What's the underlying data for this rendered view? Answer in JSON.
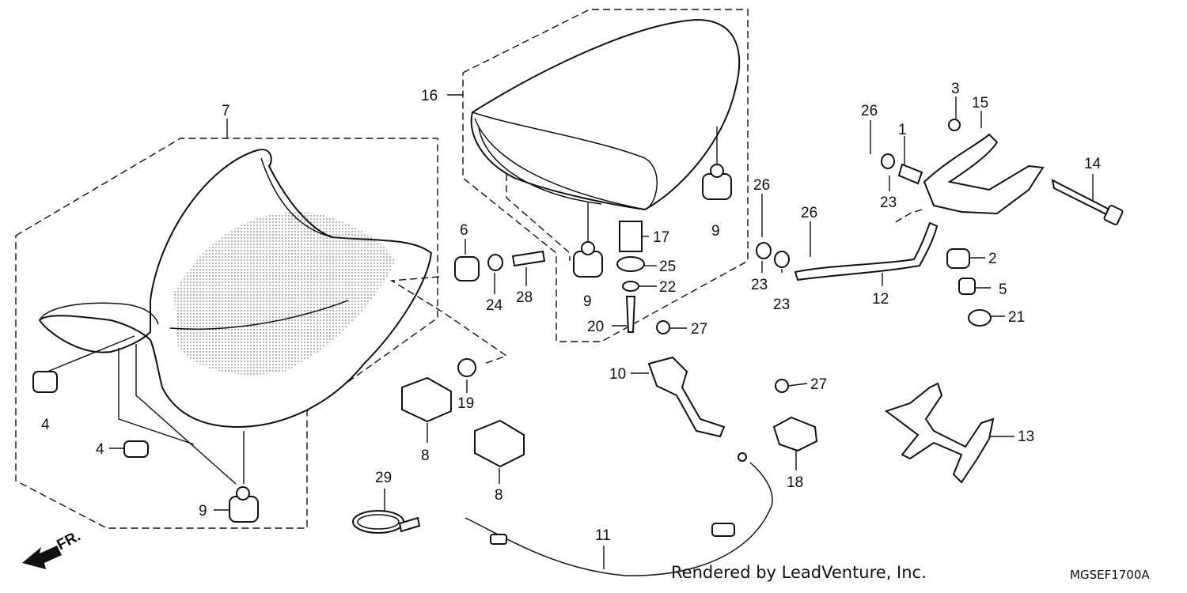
{
  "diagram": {
    "callouts": {
      "c1": "1",
      "c2": "2",
      "c3": "3",
      "c4a": "4",
      "c4b": "4",
      "c5": "5",
      "c6": "6",
      "c7": "7",
      "c8a": "8",
      "c8b": "8",
      "c9a": "9",
      "c9b": "9",
      "c9c": "9",
      "c10": "10",
      "c11": "11",
      "c12": "12",
      "c13": "13",
      "c14": "14",
      "c15": "15",
      "c16": "16",
      "c17": "17",
      "c18": "18",
      "c19": "19",
      "c20": "20",
      "c21": "21",
      "c22": "22",
      "c23a": "23",
      "c23b": "23",
      "c23c": "23",
      "c24": "24",
      "c25": "25",
      "c26a": "26",
      "c26b": "26",
      "c26c": "26",
      "c27a": "27",
      "c27b": "27",
      "c28": "28",
      "c29": "29"
    },
    "front_marker": "FR.",
    "credit": "Rendered by LeadVenture, Inc.",
    "code": "MGSEF1700A"
  }
}
